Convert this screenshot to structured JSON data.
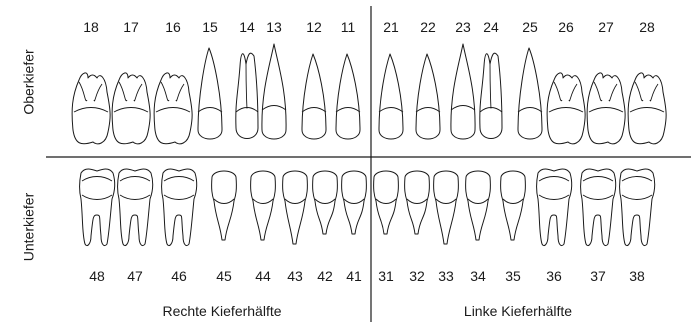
{
  "jaw_labels": {
    "upper": "Oberkiefer",
    "lower": "Unterkiefer"
  },
  "side_labels": {
    "right": "Rechte Kieferhälfte",
    "left": "Linke Kieferhälfte"
  },
  "upper_teeth": [
    {
      "num": "18",
      "type": "molar"
    },
    {
      "num": "17",
      "type": "molar"
    },
    {
      "num": "16",
      "type": "molar"
    },
    {
      "num": "15",
      "type": "premolar"
    },
    {
      "num": "14",
      "type": "premolar2"
    },
    {
      "num": "13",
      "type": "canine"
    },
    {
      "num": "12",
      "type": "incisor"
    },
    {
      "num": "11",
      "type": "incisor"
    },
    {
      "num": "21",
      "type": "incisor"
    },
    {
      "num": "22",
      "type": "incisor"
    },
    {
      "num": "23",
      "type": "canine"
    },
    {
      "num": "24",
      "type": "premolar2"
    },
    {
      "num": "25",
      "type": "premolar"
    },
    {
      "num": "26",
      "type": "molar"
    },
    {
      "num": "27",
      "type": "molar"
    },
    {
      "num": "28",
      "type": "molar"
    }
  ],
  "lower_teeth": [
    {
      "num": "48",
      "type": "molar"
    },
    {
      "num": "47",
      "type": "molar"
    },
    {
      "num": "46",
      "type": "molar"
    },
    {
      "num": "45",
      "type": "premolar"
    },
    {
      "num": "44",
      "type": "premolar"
    },
    {
      "num": "43",
      "type": "canine"
    },
    {
      "num": "42",
      "type": "incisor"
    },
    {
      "num": "41",
      "type": "incisor"
    },
    {
      "num": "31",
      "type": "incisor"
    },
    {
      "num": "32",
      "type": "incisor"
    },
    {
      "num": "33",
      "type": "canine"
    },
    {
      "num": "34",
      "type": "premolar"
    },
    {
      "num": "35",
      "type": "premolar"
    },
    {
      "num": "36",
      "type": "molar"
    },
    {
      "num": "37",
      "type": "molar"
    },
    {
      "num": "38",
      "type": "molar"
    }
  ]
}
